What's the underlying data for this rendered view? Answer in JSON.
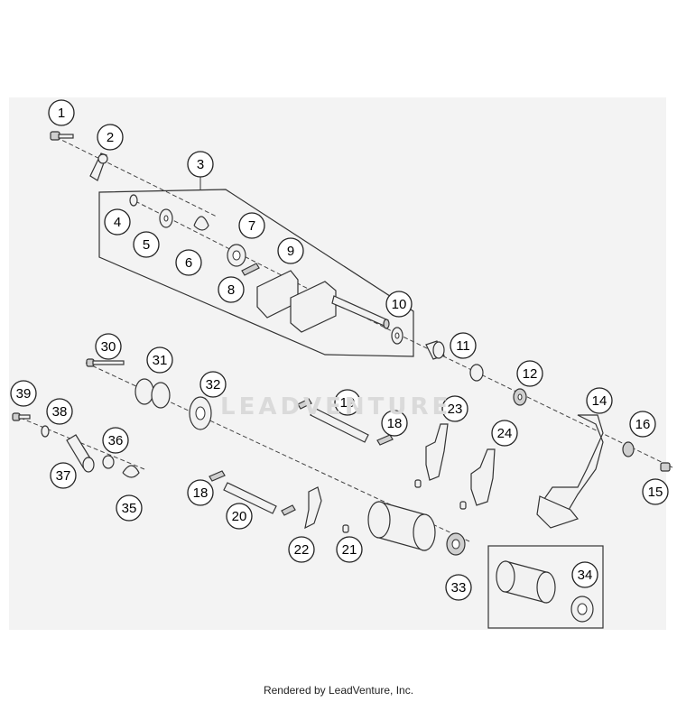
{
  "diagram": {
    "callouts": [
      "1",
      "2",
      "3",
      "4",
      "5",
      "6",
      "7",
      "8",
      "9",
      "10",
      "11",
      "12",
      "14",
      "15",
      "16",
      "18",
      "18",
      "19",
      "20",
      "21",
      "22",
      "23",
      "24",
      "30",
      "31",
      "32",
      "33",
      "34",
      "35",
      "36",
      "37",
      "38",
      "39"
    ],
    "watermark_text": "LEADVENTURE",
    "footer_text": "Rendered by LeadVenture, Inc."
  },
  "colors": {
    "background_panel": "#f3f3f3",
    "line": "#333333",
    "watermark": "#dadada"
  }
}
